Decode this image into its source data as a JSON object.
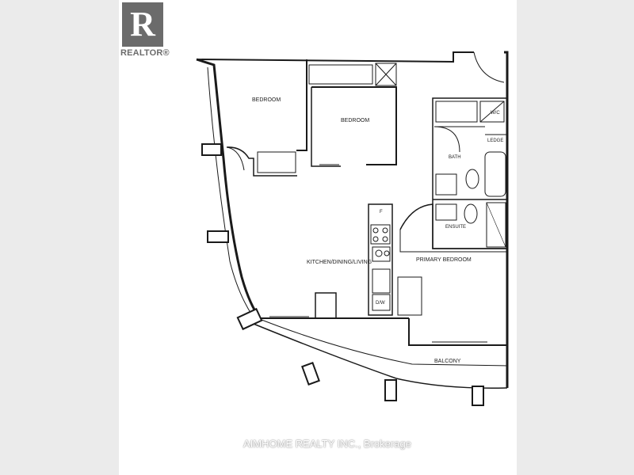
{
  "logo": {
    "mark": "R",
    "word": "REALTOR®"
  },
  "rooms": {
    "bedroom_1": "BEDROOM",
    "bedroom_2": "BEDROOM",
    "bath": "BATH",
    "wic": "W/C",
    "ledge": "LEDGE",
    "ensuite": "ENSUITE",
    "kitchen_dining_living": "KITCHEN/DINING/LIVING",
    "primary_bedroom": "PRIMARY BEDROOM",
    "balcony": "BALCONY",
    "fridge": "F",
    "dishwasher": "D/W"
  },
  "watermark": "AIMHOME REALTY INC., Brokerage",
  "colors": {
    "background": "#ebebeb",
    "sheet": "#ffffff",
    "wall": "#1a1a1a",
    "logo": "#6b6b6b"
  }
}
